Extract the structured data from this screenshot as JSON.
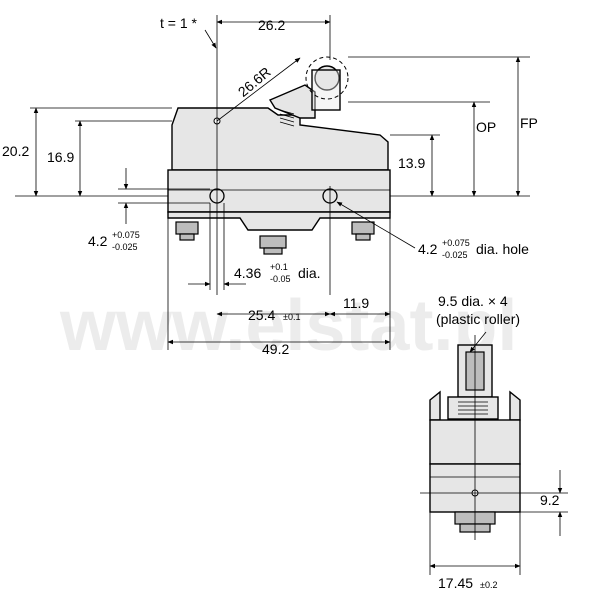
{
  "watermark": "www.elstat.pl",
  "top_view": {
    "t_label": "t = 1 *",
    "dim_262": "26.2",
    "radius": "26.6R",
    "dim_202": "20.2",
    "dim_169": "16.9",
    "dim_139": "13.9",
    "op": "OP",
    "fp": "FP",
    "hole_left": {
      "base": "4.2",
      "sup": "+0.075",
      "sub": "-0.025"
    },
    "hole_right": {
      "base": "4.2",
      "sup": "+0.075",
      "sub": "-0.025",
      "suffix": " dia. hole"
    },
    "dia_436": {
      "base": "4.36",
      "sup": "+0.1",
      "sub": "-0.05",
      "suffix": " dia."
    },
    "dim_254": {
      "base": "25.4",
      "tol": "±0.1"
    },
    "dim_119": "11.9",
    "dim_492": "49.2"
  },
  "side_view": {
    "roller_line1": "9.5 dia. × 4",
    "roller_line2": "(plastic roller)",
    "dim_92": "9.2",
    "dim_1745": {
      "base": "17.45",
      "tol": "±0.2"
    }
  }
}
